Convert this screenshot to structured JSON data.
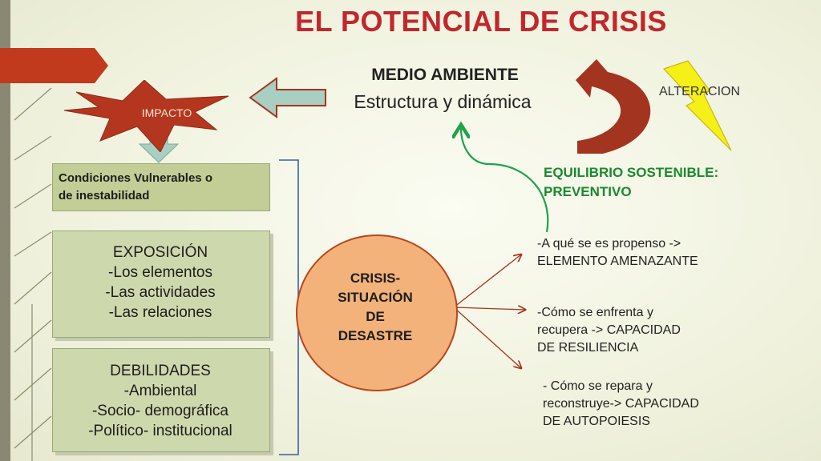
{
  "title": "EL POTENCIAL DE CRISIS",
  "impact": {
    "label": "IMPACTO"
  },
  "environment": {
    "title": "MEDIO AMBIENTE",
    "subtitle": "Estructura y dinámica"
  },
  "alteration": {
    "label": "ALTERACION"
  },
  "equilibrium": {
    "line1": "EQUILIBRIO SOSTENIBLE:",
    "line2": "PREVENTIVO"
  },
  "vulnerable_box": {
    "line1": "Condiciones Vulnerables o",
    "line2": "de inestabilidad"
  },
  "exposure_box": {
    "lines": [
      "EXPOSICIÓN",
      "-Los elementos",
      "-Las actividades",
      "-Las relaciones"
    ]
  },
  "weakness_box": {
    "lines": [
      "DEBILIDADES",
      "-Ambiental",
      "-Socio- demográfica",
      "-Político- institucional"
    ]
  },
  "crisis_circle": {
    "lines": [
      "CRISIS-",
      "SITUACIÓN",
      "DE",
      "DESASTRE"
    ]
  },
  "outcomes": [
    {
      "lines": [
        "-A qué se es propenso ->",
        "ELEMENTO AMENAZANTE"
      ]
    },
    {
      "lines": [
        "-Cómo se enfrenta y",
        "recupera -> CAPACIDAD",
        "DE RESILIENCIA"
      ]
    },
    {
      "lines": [
        "- Cómo se repara y",
        "reconstruye-> CAPACIDAD",
        "DE AUTOPOIESIS"
      ]
    }
  ],
  "colors": {
    "title": "#c1272d",
    "impact_star": "#b5361f",
    "green_text": "#1a8a2e",
    "box_fill": "#ced8ad",
    "circle_fill": "#f2b27a",
    "lightning": "#f5f016",
    "curved_arrow": "#a33520"
  }
}
